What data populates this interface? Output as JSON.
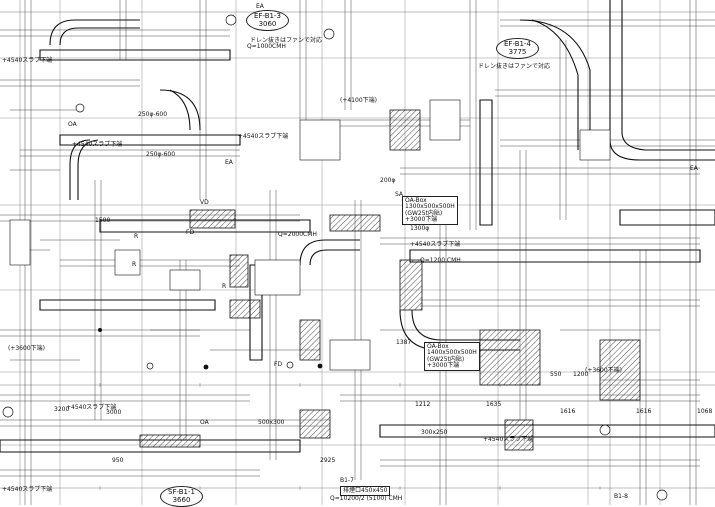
{
  "equipment_tags": [
    {
      "id": "EF-B1-3",
      "value": "3060"
    },
    {
      "id": "EF-B1-4",
      "value": "3775"
    },
    {
      "id": "SF-B1-1",
      "value": "3660"
    }
  ],
  "notes": {
    "drain_note_1": "ドレン抜きはファンで対応",
    "drain_note_2": "ドレン抜きはファンで対応",
    "slab_down_4540": "+4540スラブ下端",
    "slab_down_3600": "(+3600下端)",
    "slab_down_4100": "(+4100下端)",
    "oa_box_1": "OA-Box",
    "oa_box_1_size": "1300x500x500H",
    "oa_box_1_spec": "(GW25t内貼)",
    "oa_box_1_level": "+3000下端",
    "oa_box_2": "OA-Box",
    "oa_box_2_size": "1400x500x500H",
    "oa_box_2_spec": "(GW25t内貼)",
    "oa_box_2_level": "+3000下端",
    "exhaust_port": "排煙口450x450",
    "mark_b1_7": "B1-7",
    "mark_b1_8": "B1-8",
    "airflow_1": "Q=1000CMH",
    "airflow_2": "Q=2000CMH",
    "airflow_3": "Q=10200/2 (5100) CMH",
    "airflow_4": "Q=1200 CMH",
    "duct_1": "250φ-600",
    "duct_2": "300x250",
    "duct_3": "1300φ",
    "duct_4": "200φ",
    "duct_5": "500x300",
    "dim_1": "1500",
    "dim_2": "3200",
    "dim_3": "3000",
    "dim_4": "1212",
    "dim_5": "1635",
    "dim_6": "1616",
    "dim_7": "1068",
    "dim_8": "550",
    "dim_9": "1200",
    "dim_10": "2925",
    "dim_11": "1387",
    "dim_12": "950",
    "sym_ea": "EA",
    "sym_oa": "OA",
    "sym_r": "R",
    "sym_fd": "FD",
    "sym_vd": "VD",
    "sym_sa": "SA"
  }
}
